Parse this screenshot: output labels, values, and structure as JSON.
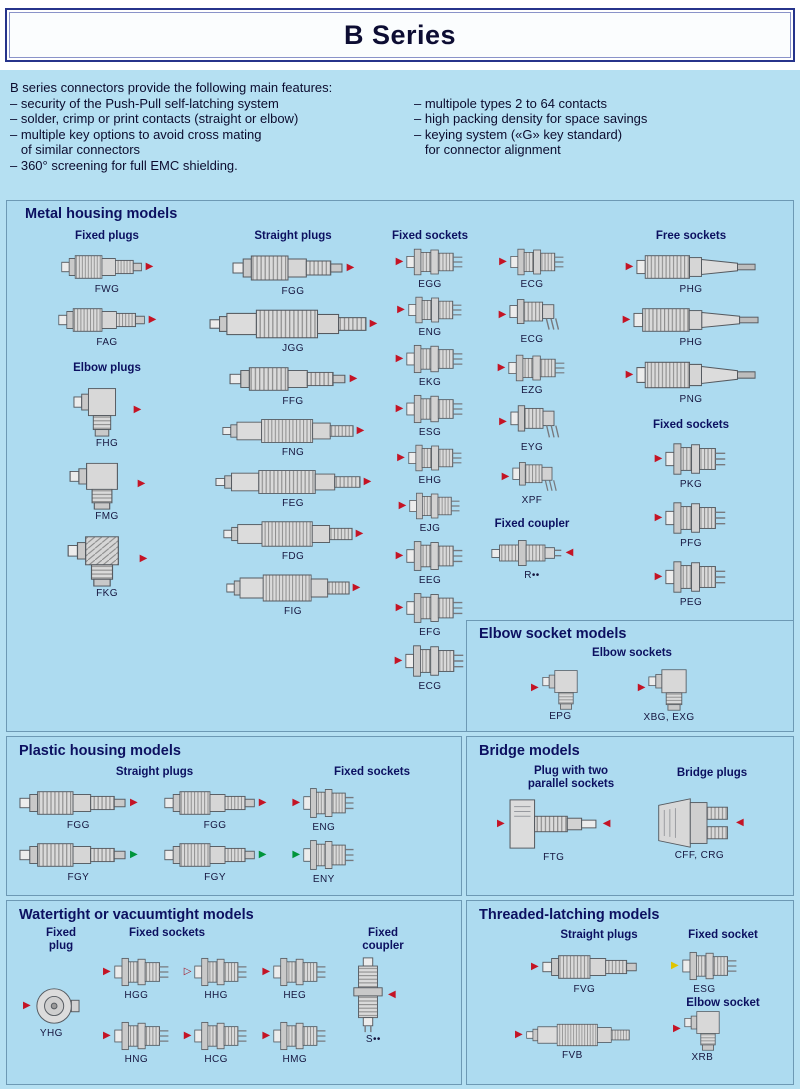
{
  "colors": {
    "red": "#c41425",
    "green": "#00953b",
    "yellow": "#e0c400",
    "hollow": "#a31322",
    "accent": "#0c1060"
  },
  "page": {
    "title": "B Series"
  },
  "intro": {
    "lead": "B series connectors provide the following main features:",
    "left": [
      "– security of the Push-Pull self-latching system",
      "– solder, crimp or print contacts (straight or elbow)",
      "– multiple key options to avoid cross mating",
      "   of similar connectors",
      "– 360° screening for full EMC shielding."
    ],
    "right": [
      "– multipole types 2 to 64 contacts",
      "– high packing density for space savings",
      "– keying system («G» key standard)",
      "   for connector alignment"
    ]
  },
  "sections": [
    {
      "id": "metal",
      "heading": "Metal housing models",
      "blocks": [
        {
          "kind": "column",
          "entries": [
            {
              "t": "h",
              "text": "Fixed plugs"
            },
            {
              "t": "i",
              "label": "FWG",
              "variant": "plug",
              "w": 82,
              "h": 32,
              "arrows": [
                "R|▶|red"
              ]
            },
            {
              "t": "i",
              "label": "FAG",
              "variant": "plug",
              "w": 88,
              "h": 32,
              "arrows": [
                "R|▶|red"
              ]
            },
            {
              "t": "h",
              "text": "Elbow plugs"
            },
            {
              "t": "i",
              "label": "FHG",
              "variant": "elbow",
              "w": 58,
              "h": 54,
              "arrows": [
                "R|▶|red"
              ]
            },
            {
              "t": "i",
              "label": "FMG",
              "variant": "elbow",
              "w": 66,
              "h": 52,
              "arrows": [
                "R|▶|red"
              ]
            },
            {
              "t": "i",
              "label": "FKG",
              "variant": "elbow-hatch",
              "w": 70,
              "h": 56,
              "arrows": [
                "R|▶|red"
              ]
            }
          ]
        },
        {
          "kind": "column",
          "entries": [
            {
              "t": "h",
              "text": "Straight plugs"
            },
            {
              "t": "i",
              "label": "FGG",
              "variant": "plug",
              "w": 112,
              "h": 34,
              "arrows": [
                "R|▶|red"
              ]
            },
            {
              "t": "i",
              "label": "JGG",
              "variant": "plug-long",
              "w": 158,
              "h": 36,
              "arrows": [
                "R|▶|red"
              ]
            },
            {
              "t": "i",
              "label": "FFG",
              "variant": "plug",
              "w": 118,
              "h": 32,
              "arrows": [
                "R|▶|red"
              ]
            },
            {
              "t": "i",
              "label": "FNG",
              "variant": "plug-long",
              "w": 132,
              "h": 30,
              "arrows": [
                "R|▶|red"
              ]
            },
            {
              "t": "i",
              "label": "FEG",
              "variant": "plug-long",
              "w": 146,
              "h": 30,
              "arrows": [
                "R|▶|red"
              ]
            },
            {
              "t": "i",
              "label": "FDG",
              "variant": "plug-long",
              "w": 130,
              "h": 32,
              "arrows": [
                "R|▶|red"
              ]
            },
            {
              "t": "i",
              "label": "FIG",
              "variant": "plug-long",
              "w": 124,
              "h": 34,
              "arrows": [
                "R|▶|red"
              ]
            }
          ]
        },
        {
          "kind": "column",
          "entries": [
            {
              "t": "h",
              "text": "Fixed sockets"
            },
            {
              "t": "i",
              "label": "EGG",
              "variant": "socket",
              "w": 58,
              "h": 32,
              "arrows": [
                "L|▶|red"
              ]
            },
            {
              "t": "i",
              "label": "ENG",
              "variant": "socket",
              "w": 55,
              "h": 32,
              "arrows": [
                "L|▶|red"
              ]
            },
            {
              "t": "i",
              "label": "EKG",
              "variant": "socket",
              "w": 58,
              "h": 34,
              "arrows": [
                "L|▶|red"
              ]
            },
            {
              "t": "i",
              "label": "ESG",
              "variant": "socket",
              "w": 58,
              "h": 34,
              "arrows": [
                "L|▶|red"
              ]
            },
            {
              "t": "i",
              "label": "EHG",
              "variant": "socket",
              "w": 55,
              "h": 32,
              "arrows": [
                "L|▶|red"
              ]
            },
            {
              "t": "i",
              "label": "EJG",
              "variant": "socket",
              "w": 52,
              "h": 32,
              "arrows": [
                "L|▶|red"
              ]
            },
            {
              "t": "i",
              "label": "EEG",
              "variant": "socket",
              "w": 58,
              "h": 36,
              "arrows": [
                "L|▶|red"
              ]
            },
            {
              "t": "i",
              "label": "EFG",
              "variant": "socket",
              "w": 58,
              "h": 36,
              "arrows": [
                "L|▶|red"
              ]
            },
            {
              "t": "i",
              "label": "ECG",
              "variant": "socket",
              "w": 60,
              "h": 38,
              "arrows": [
                "L|▶|red"
              ]
            }
          ]
        },
        {
          "kind": "column",
          "entries": [
            {
              "t": "sp",
              "hpx": 14
            },
            {
              "t": "i",
              "label": "ECG",
              "variant": "socket",
              "w": 55,
              "h": 32,
              "arrows": [
                "L|▶|red"
              ]
            },
            {
              "t": "i",
              "label": "ECG",
              "variant": "socket-legs",
              "w": 56,
              "h": 36,
              "arrows": [
                "L|▶|red"
              ]
            },
            {
              "t": "i",
              "label": "EZG",
              "variant": "socket",
              "w": 58,
              "h": 32,
              "arrows": [
                "L|▶|red"
              ]
            },
            {
              "t": "i",
              "label": "EYG",
              "variant": "socket-legs",
              "w": 55,
              "h": 38,
              "arrows": [
                "L|▶|red"
              ]
            },
            {
              "t": "i",
              "label": "XPF",
              "variant": "socket-legs",
              "w": 50,
              "h": 34,
              "arrows": [
                "L|▶|red"
              ]
            },
            {
              "t": "h",
              "text": "Fixed coupler"
            },
            {
              "t": "i",
              "label": "R••",
              "variant": "coupler",
              "w": 72,
              "h": 32,
              "arrows": [
                "R|◀|red"
              ]
            }
          ]
        },
        {
          "kind": "column",
          "entries": [
            {
              "t": "h",
              "text": "Free sockets"
            },
            {
              "t": "i",
              "label": "PHG",
              "variant": "free-socket",
              "w": 120,
              "h": 32,
              "arrows": [
                "L|▶|red"
              ]
            },
            {
              "t": "i",
              "label": "PHG",
              "variant": "free-socket",
              "w": 126,
              "h": 32,
              "arrows": [
                "L|▶|red"
              ]
            },
            {
              "t": "i",
              "label": "PNG",
              "variant": "free-socket",
              "w": 120,
              "h": 36,
              "arrows": [
                "L|▶|red"
              ]
            },
            {
              "t": "h",
              "text": "Fixed sockets"
            },
            {
              "t": "i",
              "label": "PKG",
              "variant": "socket",
              "w": 62,
              "h": 38,
              "arrows": [
                "L|▶|red"
              ]
            },
            {
              "t": "i",
              "label": "PFG",
              "variant": "socket",
              "w": 62,
              "h": 38,
              "arrows": [
                "L|▶|red"
              ]
            },
            {
              "t": "i",
              "label": "PEG",
              "variant": "socket",
              "w": 62,
              "h": 38,
              "arrows": [
                "L|▶|red"
              ]
            }
          ]
        }
      ]
    },
    {
      "id": "elbow_socket",
      "heading": "Elbow socket models",
      "blocks": [
        {
          "kind": "subheader",
          "text": "Elbow sockets"
        },
        {
          "kind": "row",
          "entries": [
            {
              "t": "i",
              "label": "EPG",
              "variant": "elbow",
              "w": 48,
              "h": 44,
              "arrows": [
                "L|▶|red"
              ]
            },
            {
              "t": "i",
              "label": "XBG, EXG",
              "variant": "elbow",
              "w": 52,
              "h": 46,
              "arrows": [
                "L|▶|red"
              ]
            }
          ]
        }
      ]
    },
    {
      "id": "plastic",
      "heading": "Plastic housing models",
      "blocks": [
        {
          "kind": "subheader",
          "text": "Straight plugs"
        },
        {
          "kind": "subheader",
          "text": "Fixed sockets"
        },
        {
          "kind": "row",
          "entries": [
            {
              "t": "i",
              "label": "FGG",
              "variant": "plug",
              "w": 108,
              "h": 32,
              "arrows": [
                "R|▶|red"
              ]
            },
            {
              "t": "i",
              "label": "FGG",
              "variant": "plug",
              "w": 92,
              "h": 32,
              "arrows": [
                "R|▶|red"
              ]
            },
            {
              "t": "i",
              "label": "ENG",
              "variant": "socket",
              "w": 52,
              "h": 36,
              "arrows": [
                "L|▶|red"
              ]
            }
          ]
        },
        {
          "kind": "row",
          "entries": [
            {
              "t": "i",
              "label": "FGY",
              "variant": "plug",
              "w": 108,
              "h": 32,
              "arrows": [
                "R|▶|green"
              ]
            },
            {
              "t": "i",
              "label": "FGY",
              "variant": "plug",
              "w": 92,
              "h": 32,
              "arrows": [
                "R|▶|green"
              ]
            },
            {
              "t": "i",
              "label": "ENY",
              "variant": "socket",
              "w": 52,
              "h": 36,
              "arrows": [
                "L|▶|green"
              ]
            }
          ]
        }
      ]
    },
    {
      "id": "bridge",
      "heading": "Bridge models",
      "blocks": [
        {
          "kind": "subheader",
          "text": "Plug with two\nparallel sockets"
        },
        {
          "kind": "subheader",
          "text": "Bridge plugs"
        },
        {
          "kind": "row",
          "entries": [
            {
              "t": "i",
              "label": "FTG",
              "variant": "plug-two",
              "w": 92,
              "h": 54,
              "arrows": [
                "L|▶|red",
                "R|◀|red"
              ]
            }
          ]
        },
        {
          "kind": "row",
          "entries": [
            {
              "t": "i",
              "label": "CFF, CRG",
              "variant": "bridge",
              "w": 78,
              "h": 52,
              "arrows": [
                "R|◀|red"
              ]
            }
          ]
        }
      ]
    },
    {
      "id": "watertight",
      "heading": "Watertight or vacuumtight models",
      "blocks": [
        {
          "kind": "subheader",
          "text": "Fixed\nplug"
        },
        {
          "kind": "subheader",
          "text": "Fixed sockets"
        },
        {
          "kind": "subheader",
          "text": "Fixed\ncoupler"
        },
        {
          "kind": "row",
          "entries": [
            {
              "t": "i",
              "label": "YHG",
              "variant": "round-plug",
              "w": 46,
              "h": 42,
              "arrows": [
                "L|▶|red"
              ]
            }
          ]
        },
        {
          "kind": "row",
          "entries": [
            {
              "t": "i",
              "label": "HGG",
              "variant": "socket",
              "w": 56,
              "h": 34,
              "arrows": [
                "L|▶|red"
              ]
            },
            {
              "t": "i",
              "label": "HHG",
              "variant": "socket",
              "w": 54,
              "h": 34,
              "arrows": [
                "L|▷|hollow"
              ]
            },
            {
              "t": "i",
              "label": "HEG",
              "variant": "socket",
              "w": 54,
              "h": 34,
              "arrows": [
                "L|▶|red"
              ]
            }
          ]
        },
        {
          "kind": "row",
          "entries": [
            {
              "t": "i",
              "label": "HNG",
              "variant": "socket",
              "w": 56,
              "h": 34,
              "arrows": [
                "L|▶|red"
              ]
            },
            {
              "t": "i",
              "label": "HCG",
              "variant": "socket",
              "w": 54,
              "h": 34,
              "arrows": [
                "L|▶|red"
              ]
            },
            {
              "t": "i",
              "label": "HMG",
              "variant": "socket",
              "w": 54,
              "h": 34,
              "arrows": [
                "L|▶|red"
              ]
            }
          ]
        },
        {
          "kind": "row",
          "entries": [
            {
              "t": "i",
              "label": "S••",
              "variant": "coupler-v",
              "w": 34,
              "h": 76,
              "arrows": [
                "R|◀|red"
              ]
            }
          ]
        }
      ]
    },
    {
      "id": "threaded",
      "heading": "Threaded-latching models",
      "blocks": [
        {
          "kind": "subheader",
          "text": "Straight plugs"
        },
        {
          "kind": "subheader",
          "text": "Fixed socket"
        },
        {
          "kind": "row",
          "entries": [
            {
              "t": "i",
              "label": "FVG",
              "variant": "plug",
              "w": 96,
              "h": 32,
              "arrows": [
                "L|▶|red"
              ]
            }
          ]
        },
        {
          "kind": "row",
          "entries": [
            {
              "t": "i",
              "label": "ESG",
              "variant": "socket",
              "w": 56,
              "h": 34,
              "arrows": [
                "L|▶|yellow"
              ]
            }
          ]
        },
        {
          "kind": "subheader",
          "text": "Elbow socket"
        },
        {
          "kind": "row",
          "entries": [
            {
              "t": "i",
              "label": "FVB",
              "variant": "plug-long",
              "w": 104,
              "h": 28,
              "arrows": [
                "L|▶|red"
              ]
            }
          ]
        },
        {
          "kind": "row",
          "entries": [
            {
              "t": "i",
              "label": "XRB",
              "variant": "elbow",
              "w": 48,
              "h": 44,
              "arrows": [
                "L|▶|red"
              ]
            }
          ]
        }
      ]
    }
  ]
}
